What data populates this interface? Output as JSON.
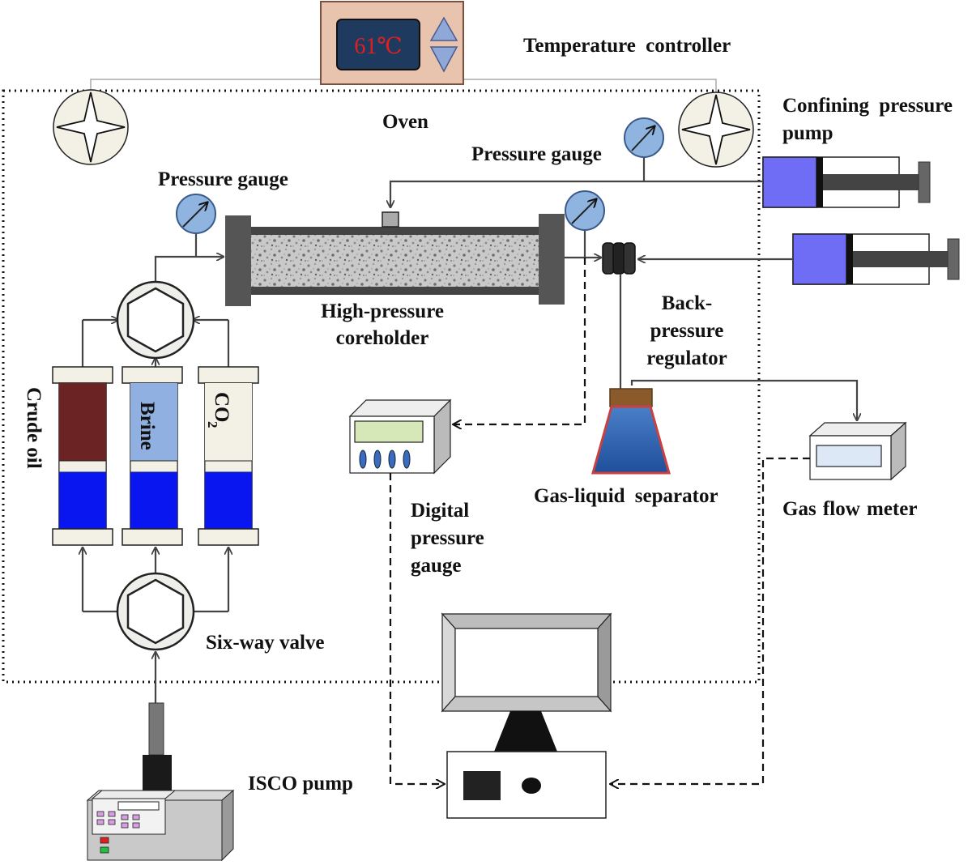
{
  "labels": {
    "temperature_controller": "Temperature controller",
    "temperature_display": "61℃",
    "oven": "Oven",
    "pressure_gauge_top": "Pressure gauge",
    "pressure_gauge_inlet": "Pressure gauge",
    "confining_pressure_pump_line1": "Confining pressure",
    "confining_pressure_pump_line2": "pump",
    "coreholder_line1": "High-pressure",
    "coreholder_line2": "coreholder",
    "bpr_line1": "Back-",
    "bpr_line2": "pressure",
    "bpr_line3": "regulator",
    "crude_oil": "Crude oil",
    "brine": "Brine",
    "co2": "CO",
    "co2_subscript": "2",
    "digital_gauge_line1": "Digital",
    "digital_gauge_line2": "pressure",
    "digital_gauge_line3": "gauge",
    "gas_liquid_separator": "Gas-liquid separator",
    "gas_flow_meter": "Gas flow meter",
    "six_way_valve": "Six-way valve",
    "isco_pump": "ISCO pump"
  },
  "colors": {
    "controller_bg": "#e8c4ae",
    "display_bg": "#1f3a5f",
    "arrow_fill": "#8fa8d8",
    "gauge_fill": "#8fb4e0",
    "crude_oil": "#6b2323",
    "brine": "#8fb0e0",
    "co2": "#f3f0e6",
    "water_blue": "#0a16f0",
    "pump_purple": "#6f6cf5",
    "flask_blue": "#2f5fa8",
    "cork": "#8a5a2b"
  }
}
